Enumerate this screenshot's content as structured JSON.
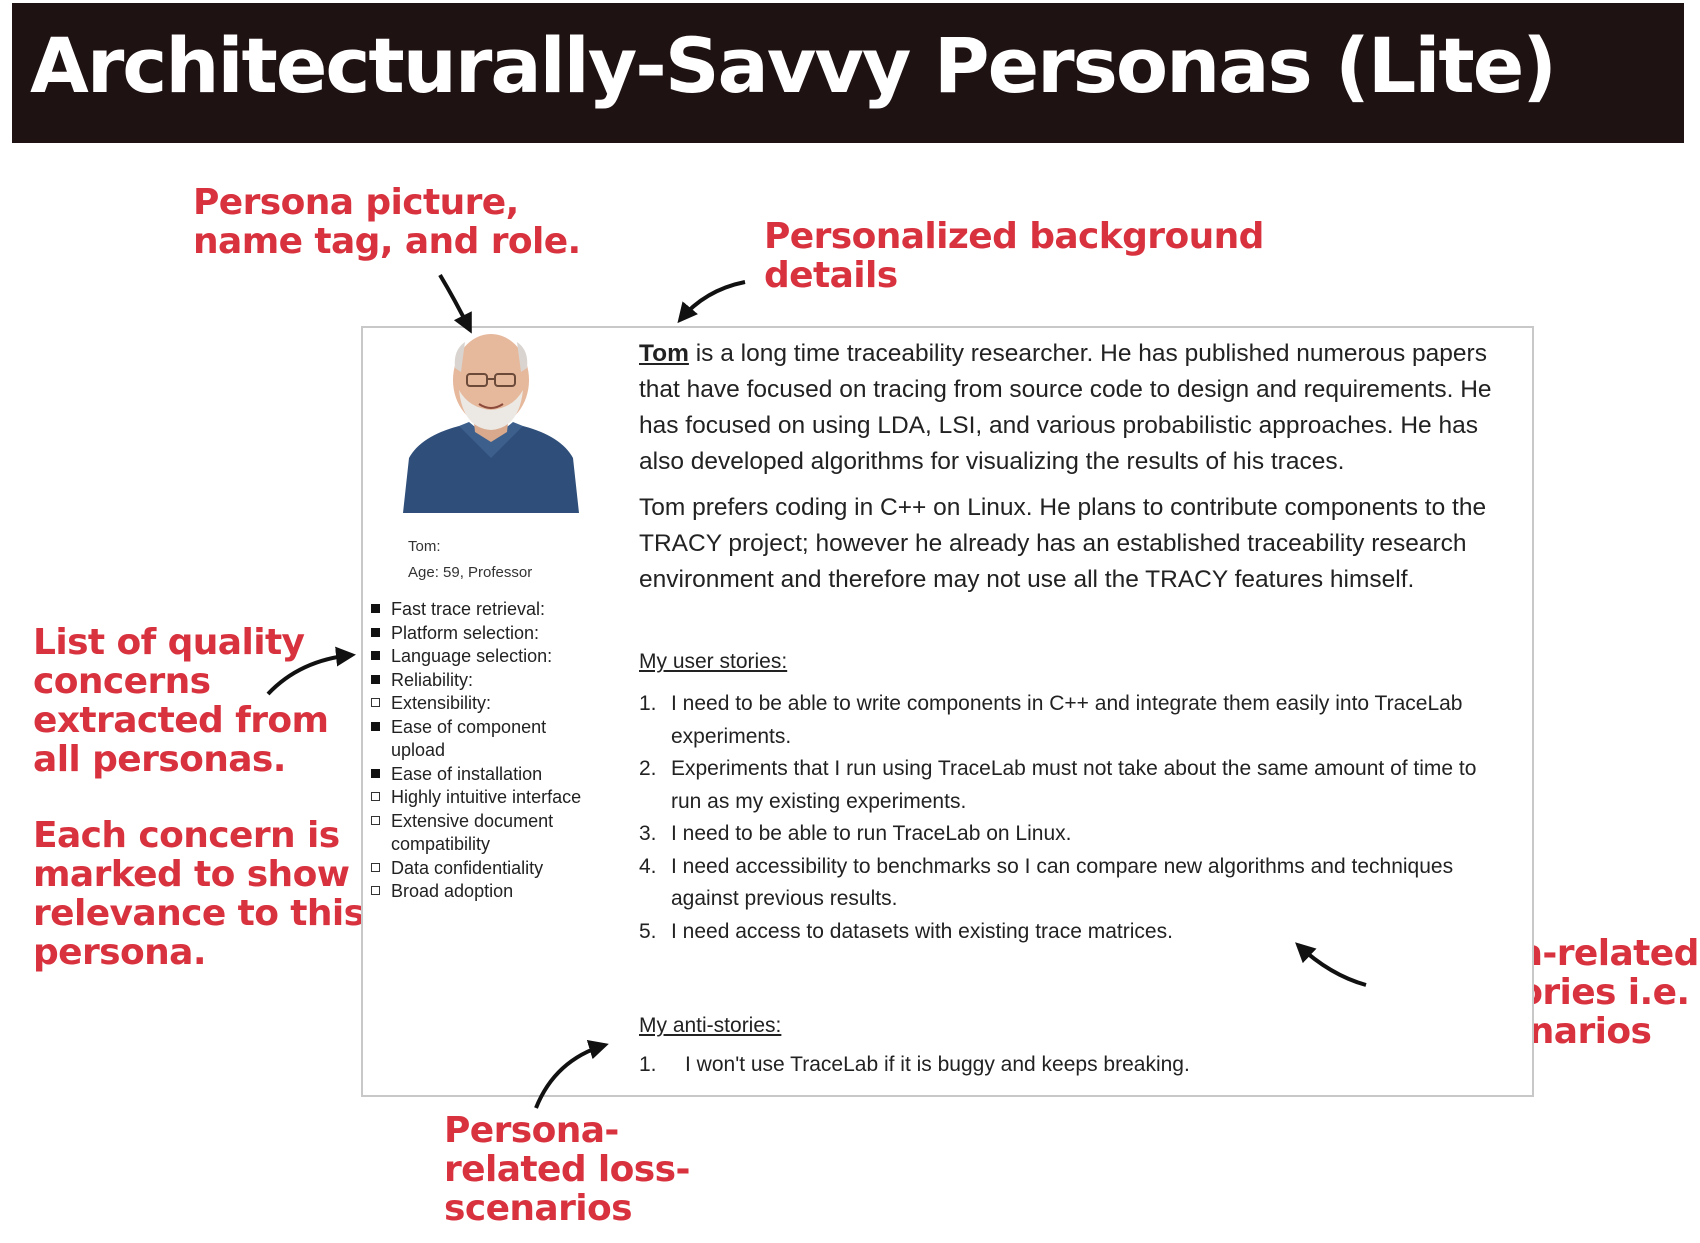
{
  "title": "Architecturally-Savvy Personas (Lite)",
  "annotations": {
    "picture": [
      "Persona picture,",
      "name tag, and role."
    ],
    "background": [
      "Personalized background",
      "details"
    ],
    "concerns_list": [
      "List of quality",
      "concerns",
      "extracted from",
      "all personas."
    ],
    "concerns_marked": [
      "Each concern is",
      "marked to show",
      "relevance to this",
      "persona."
    ],
    "user_stories": [
      "Persona-related",
      "user stories i.e.",
      "win scenarios"
    ],
    "loss": [
      "Persona-",
      "related loss-",
      "scenarios"
    ]
  },
  "persona": {
    "name_tag": "Tom:",
    "role": "Age: 59, Professor",
    "photo_icon": "persona-photo",
    "concerns": [
      {
        "label": "Fast trace retrieval:",
        "marked": true
      },
      {
        "label": "Platform selection:",
        "marked": true
      },
      {
        "label": "Language selection:",
        "marked": true
      },
      {
        "label": "Reliability:",
        "marked": true
      },
      {
        "label": "Extensibility:",
        "marked": false
      },
      {
        "label": "Ease of component upload",
        "marked": true
      },
      {
        "label": "Ease of installation",
        "marked": true
      },
      {
        "label": "Highly intuitive interface",
        "marked": false
      },
      {
        "label": "Extensive document compatibility",
        "marked": false
      },
      {
        "label": "Data confidentiality",
        "marked": false
      },
      {
        "label": "Broad adoption",
        "marked": false
      }
    ],
    "bio_name": "Tom",
    "bio_p1_rest": " is a long time traceability researcher.  He has published numerous papers that have focused on tracing from source code to design and requirements.  He has focused on using LDA, LSI, and various probabilistic approaches.  He has also developed algorithms for visualizing the results of his traces.",
    "bio_p2": "Tom prefers coding in C++ on Linux.  He plans to contribute components to the TRACY project; however he already has an established traceability research environment and therefore may not use all the TRACY features himself.",
    "user_stories_heading": "My user stories:",
    "user_stories": [
      {
        "num": "1.",
        "text": "I need to be able to write components in C++ and integrate them easily into TraceLab experiments."
      },
      {
        "num": "2.",
        "text": "Experiments that I run using TraceLab must not take about the same amount of time to run as my existing experiments."
      },
      {
        "num": "3.",
        "text": "I need to be able to run TraceLab on Linux."
      },
      {
        "num": "4.",
        "text": "I need accessibility to benchmarks so I can compare new algorithms and techniques against previous results."
      },
      {
        "num": "5.",
        "text": "I need access to datasets with existing trace matrices."
      }
    ],
    "anti_stories_heading": "My anti-stories:",
    "anti_stories": [
      {
        "num": "1.",
        "text": "I won't use TraceLab if it is buggy and keeps breaking."
      }
    ]
  },
  "colors": {
    "title_bar": "#1f1213",
    "annotation": "#d8323f",
    "card_border": "#c8c8c8"
  }
}
